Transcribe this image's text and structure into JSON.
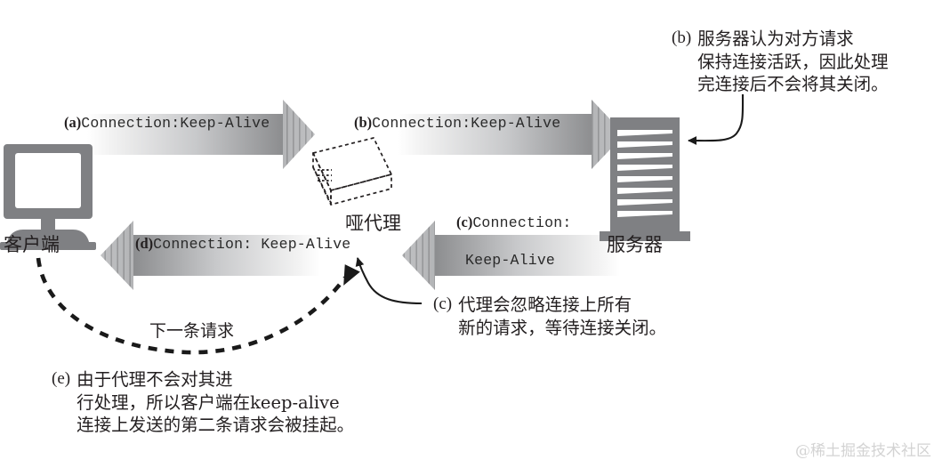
{
  "figure": {
    "title_context": "HTTP keep-alive through a dumb proxy",
    "background_color": "#ffffff",
    "ink_color": "#231f20",
    "node_fill": "#7f8083",
    "arrow_gradient": [
      "#ffffff",
      "#8b8c8e"
    ]
  },
  "nodes": [
    {
      "id": "client",
      "label": "客户端",
      "icon": "desktop-computer-icon"
    },
    {
      "id": "proxy",
      "label": "哑代理",
      "icon": "proxy-box-icon"
    },
    {
      "id": "server",
      "label": "服务器",
      "icon": "server-tower-icon"
    }
  ],
  "flow_arrows": [
    {
      "id": "a",
      "tag": "(a)",
      "text": "Connection:Keep-Alive",
      "direction": "right",
      "from": "client",
      "to": "proxy"
    },
    {
      "id": "b",
      "tag": "(b)",
      "text": "Connection:Keep-Alive",
      "direction": "right",
      "from": "proxy",
      "to": "server"
    },
    {
      "id": "c",
      "tag": "(c)",
      "text_line1": "Connection:",
      "text_line2": "Keep-Alive",
      "direction": "left",
      "from": "server",
      "to": "proxy"
    },
    {
      "id": "d",
      "tag": "(d)",
      "text": "Connection: Keep-Alive",
      "direction": "left",
      "from": "proxy",
      "to": "client"
    }
  ],
  "dashed_flow": {
    "label": "下一条请求",
    "from": "client",
    "to": "proxy",
    "style": "dashed-curve-with-arrowhead"
  },
  "annotations": [
    {
      "id": "b",
      "tag": "(b)",
      "body": "服务器认为对方请求\n保持连接活跃，因此处理\n完连接后不会将其关闭。",
      "callout_target": "server"
    },
    {
      "id": "c",
      "tag": "(c)",
      "body": "代理会忽略连接上所有\n新的请求，等待连接关闭。",
      "callout_target": "proxy"
    },
    {
      "id": "e",
      "tag": "(e)",
      "body": "由于代理不会对其进\n行处理，所以客户端在keep-alive\n连接上发送的第二条请求会被挂起。",
      "callout_target": null
    }
  ],
  "watermark": {
    "text": "@稀土掘金技术社区"
  }
}
